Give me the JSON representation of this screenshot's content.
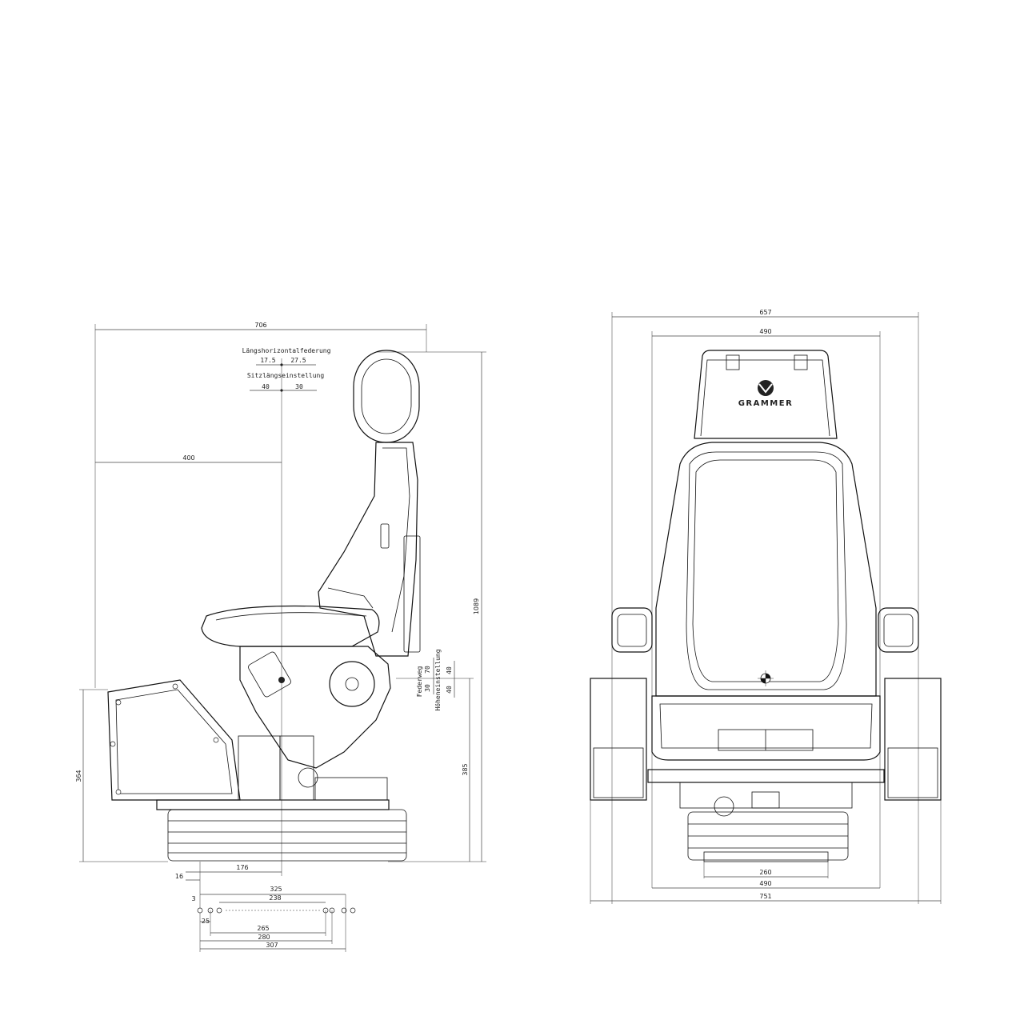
{
  "side_view": {
    "dims": {
      "overall_length": "706",
      "to_center": "400",
      "height_total": "1089",
      "base_height": "364",
      "seat_height": "385",
      "offset_rear": "16",
      "rail_offset": "176",
      "hole_325": "325",
      "hole_238": "238",
      "hole_3": "3",
      "hole_25": "25",
      "hole_265": "265",
      "hole_280": "280",
      "hole_307": "307"
    },
    "horizontal_suspension": {
      "label": "Längshorizontalfederung",
      "rear": "17.5",
      "front": "27.5"
    },
    "fore_aft": {
      "label": "Sitzlängseinstellung",
      "rear": "40",
      "front": "30"
    },
    "vertical": {
      "suspension_label": "Federweg",
      "suspension_a": "30",
      "suspension_b": "70",
      "height_label": "Höheneinstellung",
      "height_a": "40",
      "height_b": "40"
    }
  },
  "front_view": {
    "brand": "GRAMMER",
    "dims": {
      "overall_top": "657",
      "inner_top": "490",
      "base_260": "260",
      "base_490": "490",
      "overall_bottom": "751"
    }
  }
}
